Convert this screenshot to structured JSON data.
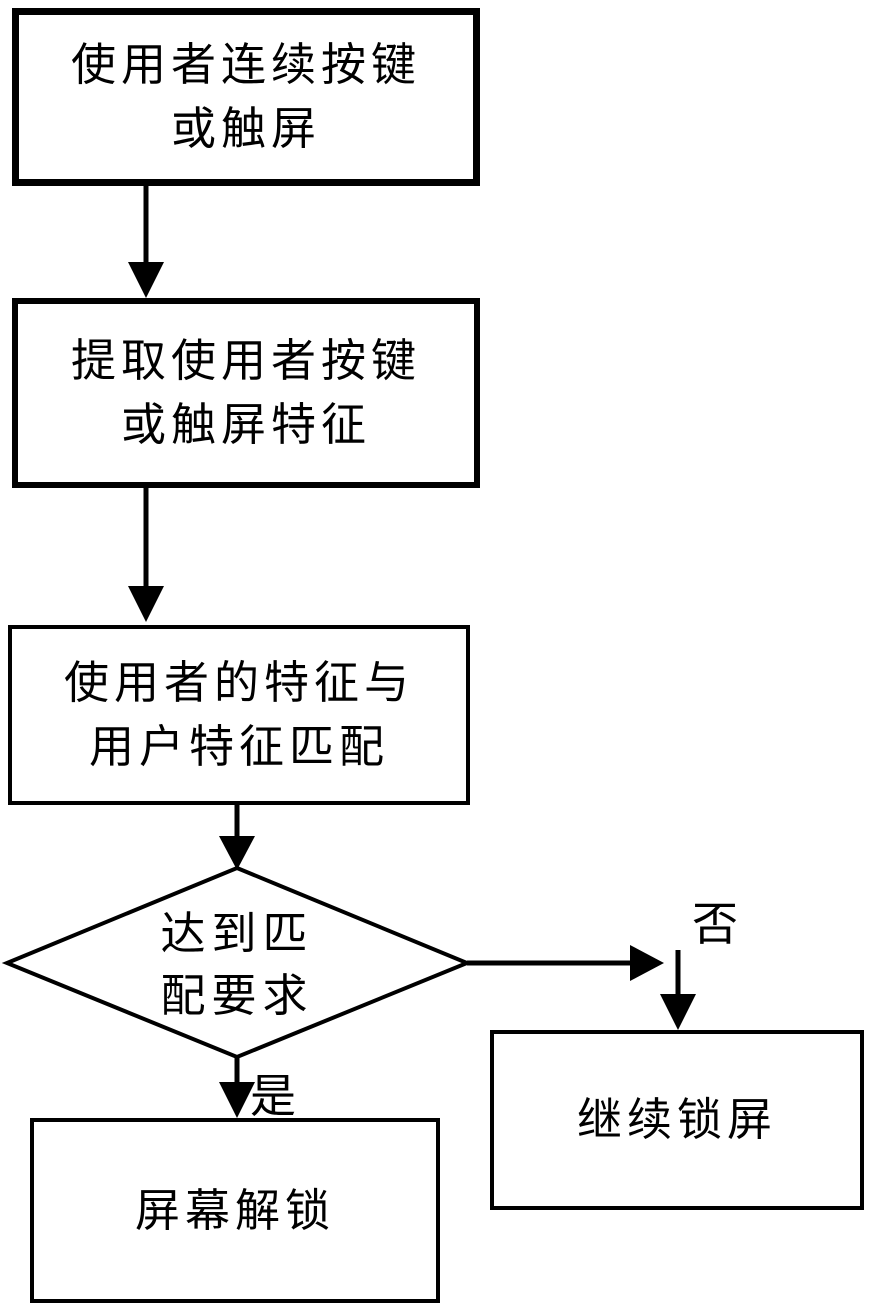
{
  "flowchart": {
    "title": "screen-unlock-by-keypress-or-touch-feature-matching-flowchart",
    "colors": {
      "stroke": "#000000",
      "background": "#ffffff",
      "text": "#000000"
    },
    "nodes": {
      "step1": {
        "line1": "使用者连续按键",
        "line2": "或触屏"
      },
      "step2": {
        "line1": "提取使用者按键",
        "line2": "或触屏特征"
      },
      "step3": {
        "line1": "使用者的特征与",
        "line2": "用户特征匹配"
      },
      "decision": {
        "line1": "达到匹",
        "line2": "配要求"
      },
      "continue_lock": {
        "label": "继续锁屏"
      },
      "unlock": {
        "label": "屏幕解锁"
      }
    },
    "edges": {
      "no_label": "否",
      "yes_label": "是"
    }
  }
}
